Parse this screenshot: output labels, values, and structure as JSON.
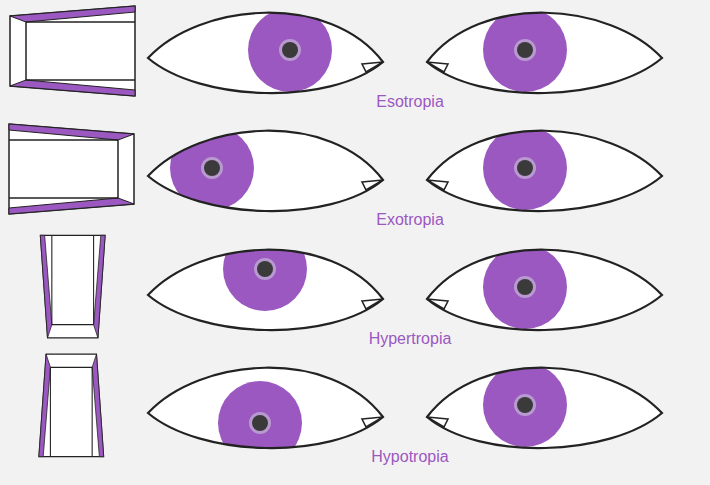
{
  "diagram": {
    "labels": [
      "Esotropia",
      "Exotropia",
      "Hypertropia",
      "Hypotropia"
    ]
  }
}
